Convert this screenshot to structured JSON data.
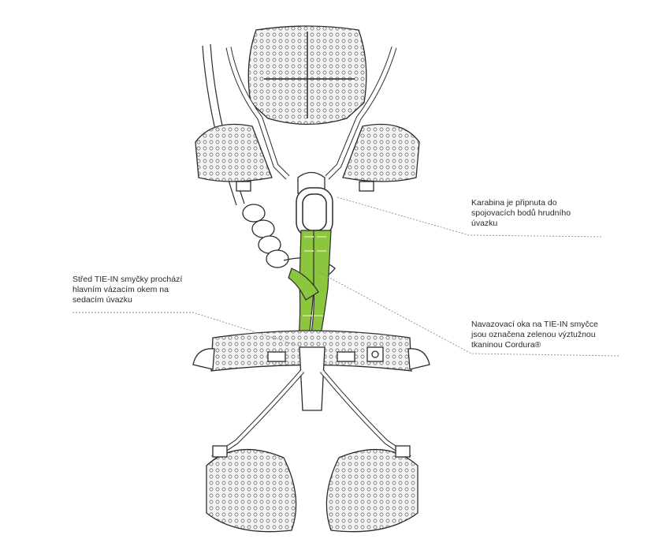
{
  "callouts": {
    "carabiner": "Karabina je připnuta do\nspojovacích bodů hrudního\núvazku",
    "center": "Střed TIE-IN smyčky prochází\nhlavním vázacím okem na\nsedacím úvazku",
    "loops": "Navazovací oka na TIE-IN smyčce\njsou označena zelenou výztužnou\ntkaninou Cordura®"
  },
  "colors": {
    "line": "#2b2b2b",
    "mesh_fill": "#f3f3f3",
    "tie_in_green": "#8cc63f",
    "tie_in_green_light": "#c4e08a",
    "leader": "#8a8a8a"
  }
}
